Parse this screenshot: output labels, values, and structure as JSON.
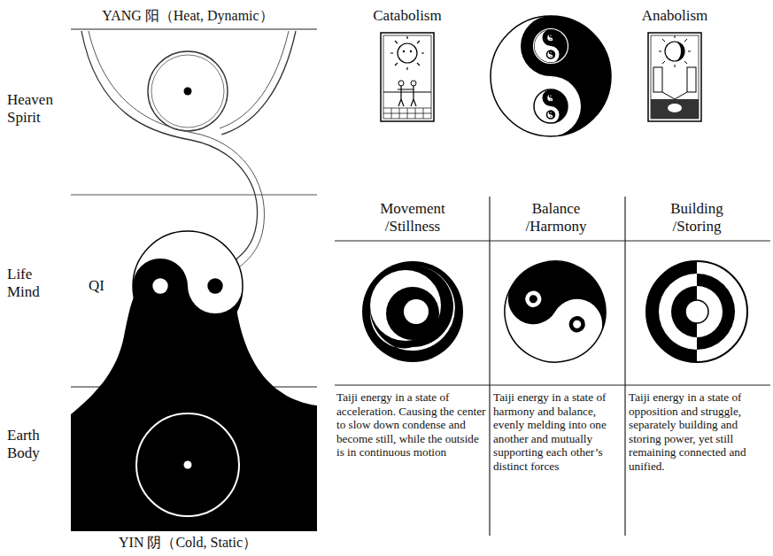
{
  "diagram": {
    "labels": [
      "YANG 阳（Heat, Dynamic）",
      "Heaven Spirit",
      "Life Mind",
      "QI",
      "Earth Body",
      "YIN 阴（Cold, Static）",
      "Catabolism",
      "Anabolism",
      "Movement /Stillness",
      "Balance /Harmony",
      "Building /Storing",
      "Taiji energy in a state of acceleration. Causing the center to slow down condense and become still, while the outside is in continuous motion",
      "Taiji energy in a state of harmony and balance, evenly melding into one another and mutually supporting each other’s distinct forces",
      "Taiji energy in a state of opposition and struggle, separately building and storing power, yet still remaining connected and unified."
    ]
  }
}
